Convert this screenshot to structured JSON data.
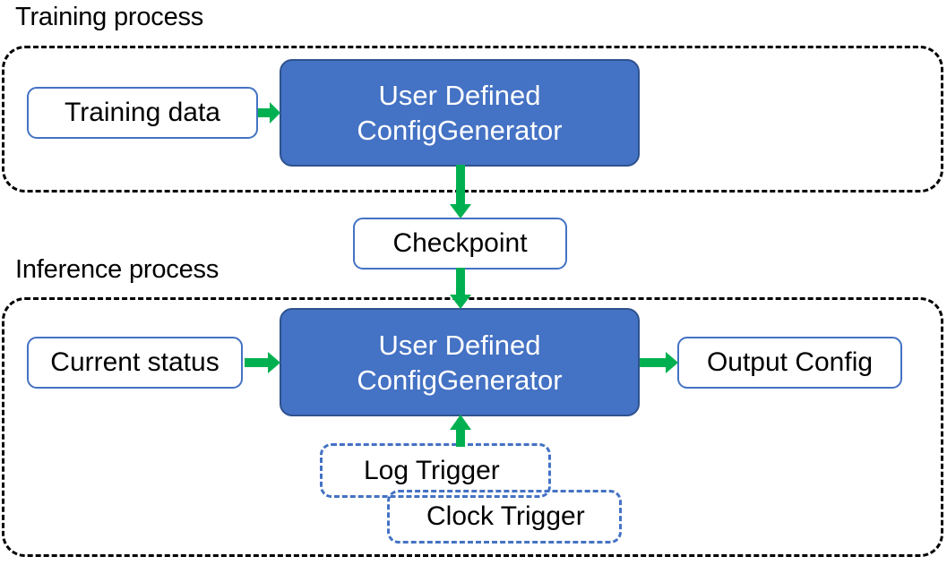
{
  "diagram": {
    "title_training": "Training process",
    "title_inference": "Inference process",
    "colors": {
      "processor_fill": "#4472C4",
      "processor_border": "#2F528F",
      "box_border": "#4472C4",
      "arrow": "#00B050",
      "container_border": "#000000",
      "text_dark": "#000000",
      "text_light": "#FFFFFF"
    }
  },
  "training": {
    "caption": "Training process",
    "input_box": "Training data",
    "processor": {
      "line1": "User Defined",
      "line2": "ConfigGenerator"
    }
  },
  "bridge": {
    "checkpoint": "Checkpoint"
  },
  "inference": {
    "caption": "Inference process",
    "input_box": "Current status",
    "processor": {
      "line1": "User Defined",
      "line2": "ConfigGenerator"
    },
    "output_box": "Output Config",
    "triggers": [
      {
        "label": "Log Trigger"
      },
      {
        "label": "Clock Trigger"
      }
    ]
  },
  "arrows": [
    {
      "name": "training-data-to-processor",
      "direction": "right"
    },
    {
      "name": "processor-to-checkpoint",
      "direction": "down"
    },
    {
      "name": "checkpoint-to-inference-processor",
      "direction": "down"
    },
    {
      "name": "current-status-to-processor",
      "direction": "right"
    },
    {
      "name": "processor-to-output-config",
      "direction": "right"
    },
    {
      "name": "triggers-to-processor",
      "direction": "up"
    }
  ]
}
